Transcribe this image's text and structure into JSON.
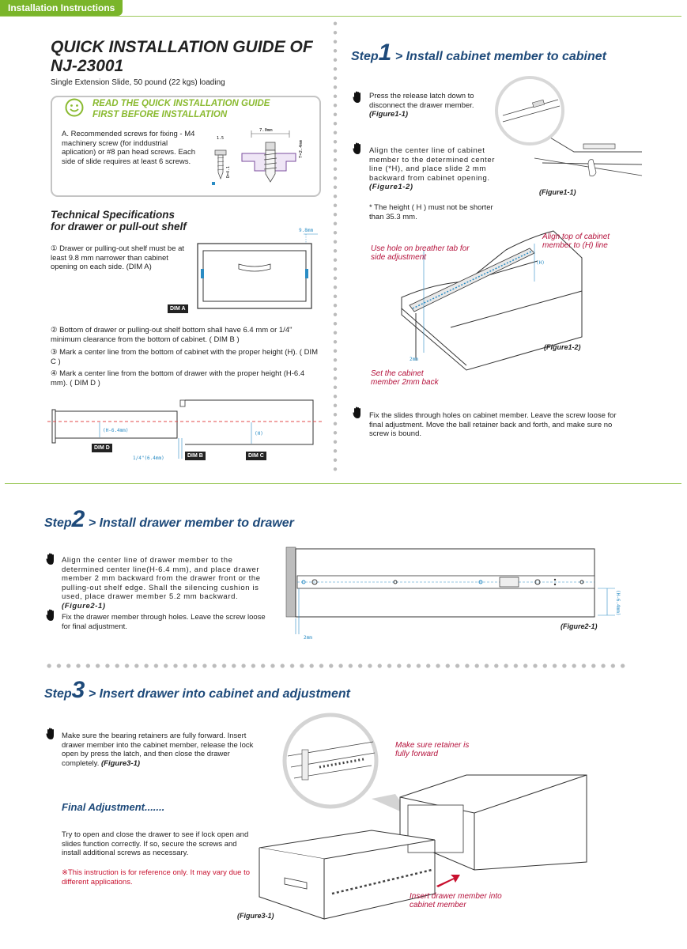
{
  "header": {
    "tag": "Installation Instructions"
  },
  "guide": {
    "title_line1": "QUICK INSTALLATION GUIDE OF",
    "title_line2": "NJ-23001",
    "subtitle": "Single Extension Slide, 50 pound (22 kgs) loading",
    "read_line1": "READ THE QUICK INSTALLATION GUIDE",
    "read_line2": "FIRST BEFORE INSTALLATION",
    "screw_text": "A. Recommended screws for fixing - M4 machinery screw (for inddustrial aplication) or  #8 pan head screws. Each side of slide requires at least 6 screws.",
    "screw_dim_w": "7.0mm",
    "screw_dim_h": "T=2.4mm",
    "screw_dim_a": "1.5",
    "screw_dim_b": "D=4.1"
  },
  "spec": {
    "title_line1": "Technical Specifications",
    "title_line2": "for drawer or pull-out shelf",
    "item1": "① Drawer or pulling-out shelf must be at least 9.8 mm narrower than cabinet opening on each side. (DIM A)",
    "dim_a_label": "DIM A",
    "dim_a_value": "9.8mm",
    "item2": "② Bottom of drawer or pulling-out shelf bottom shall have 6.4 mm or 1/4\" minimum clearance from the bottom of cabinet. ( DIM B )",
    "item3": "③ Mark a center line from the bottom of cabinet with the proper height (H). ( DIM C )",
    "item4": "④ Mark a center line from the bottom of drawer with the proper height (H-6.4 mm). ( DIM D )",
    "dim_d_label": "DIM D",
    "dim_b_label": "DIM B",
    "dim_c_label": "DIM C",
    "h64": "(H-6.4mm)",
    "h": "(H)",
    "quarter": "1/4\"(6.4mm)"
  },
  "step1": {
    "word": "Step",
    "num": "1",
    "title": "> Install cabinet member to cabinet",
    "p1": "Press the release latch down to disconnect the drawer member.",
    "p1_fig": "(Figure1-1)",
    "p2": "Align the center line of cabinet member to the determined center line (*H), and place slide 2 mm backward from cabinet opening.",
    "p2_fig": "(Figure1-2)",
    "note": "* The height ( H ) must not be shorter than 35.3 mm.",
    "fig11": "(Figure1-1)",
    "fig12": "(Figure1-2)",
    "callout_hole": "Use hole on breather tab for side adjustment",
    "callout_align": "Align top of cabinet member to (H) line",
    "callout_set": "Set the cabinet member 2mm back",
    "h": "(H)",
    "two_mm": "2mm",
    "p3": "Fix the slides through holes on cabinet member. Leave the screw loose for final adjustment. Move the ball retainer back and forth, and make sure no screw is bound."
  },
  "step2": {
    "word": "Step",
    "num": "2",
    "title": "> Install drawer member to drawer",
    "p1": "Align the center line of drawer member to the determined center line(H-6.4 mm), and place drawer member 2 mm backward from the drawer front or the pulling-out shelf edge. Shall the silencing cushion is used, place drawer member 5.2 mm backward.",
    "p1_fig": "(Figure2-1)",
    "p2": "Fix the drawer member through holes. Leave the screw loose for final adjustment.",
    "fig": "(Figure2-1)",
    "h64": "(H-6.4mm)",
    "two_mm": "2mm"
  },
  "step3": {
    "word": "Step",
    "num": "3",
    "title": "> Insert drawer into cabinet and adjustment",
    "p1": "Make sure the bearing retainers are fully forward. Insert drawer member into the cabinet member, release the lock open by press the latch, and then close the drawer completely.",
    "p1_fig": "(Figure3-1)",
    "final_title": "Final Adjustment.......",
    "final_text": "Try to open and close the drawer to see if lock open and slides function correctly.  If so, secure the screws and install additional screws as necessary.",
    "note": "※This instruction is for reference only. It may vary due to different applications.",
    "callout_retainer": "Make sure retainer is fully forward",
    "callout_insert": "Insert drawer member into cabinet member",
    "fig": "(Figure3-1)"
  }
}
